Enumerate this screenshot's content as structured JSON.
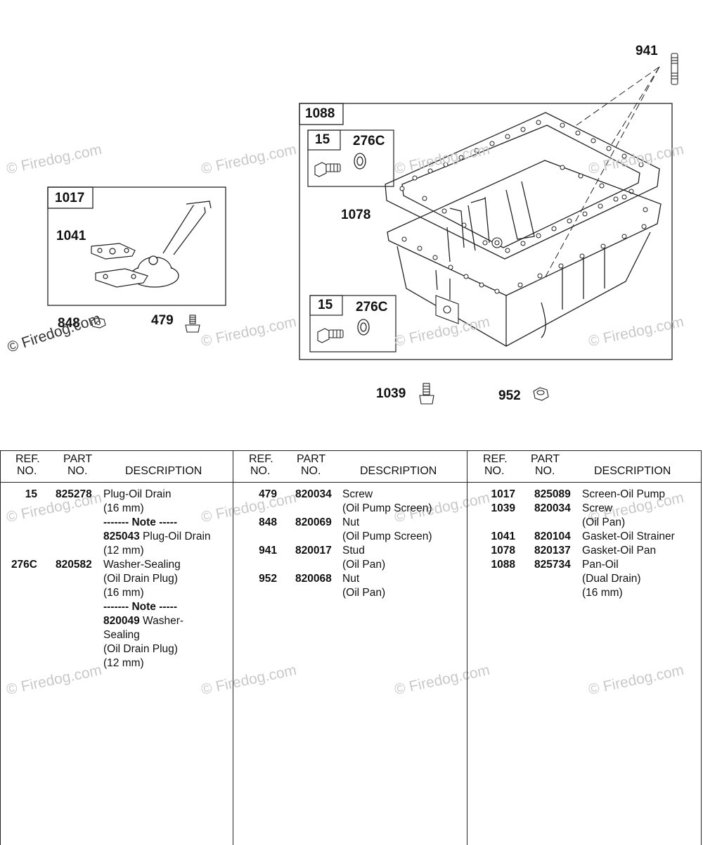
{
  "watermark": "© Firedog.com",
  "callouts": {
    "c941": "941",
    "c1088": "1088",
    "c15a": "15",
    "c276ca": "276C",
    "c1078": "1078",
    "c15b": "15",
    "c276cb": "276C",
    "c1017": "1017",
    "c1041": "1041",
    "c848": "848",
    "c479": "479",
    "c1039": "1039",
    "c952": "952"
  },
  "table": {
    "headers": {
      "ref1": "REF.",
      "ref2": "NO.",
      "part1": "PART",
      "part2": "NO.",
      "desc": "DESCRIPTION"
    },
    "col1": [
      {
        "ref": "15",
        "part": "825278",
        "desc": "Plug-Oil Drain"
      },
      {
        "ref": "",
        "part": "",
        "desc": "(16 mm)"
      },
      {
        "ref": "",
        "part": "",
        "note": "------- Note -----"
      },
      {
        "ref": "",
        "part": "",
        "desc": "825043 Plug-Oil Drain"
      },
      {
        "ref": "",
        "part": "",
        "desc": "(12 mm)"
      },
      {
        "ref": "276C",
        "part": "820582",
        "desc": "Washer-Sealing"
      },
      {
        "ref": "",
        "part": "",
        "desc": "(Oil Drain Plug)"
      },
      {
        "ref": "",
        "part": "",
        "desc": "(16 mm)"
      },
      {
        "ref": "",
        "part": "",
        "note": "------- Note -----"
      },
      {
        "ref": "",
        "part": "",
        "desc": "820049 Washer-"
      },
      {
        "ref": "",
        "part": "",
        "desc": "Sealing"
      },
      {
        "ref": "",
        "part": "",
        "desc": "(Oil Drain Plug)"
      },
      {
        "ref": "",
        "part": "",
        "desc": "(12 mm)"
      }
    ],
    "col2": [
      {
        "ref": "479",
        "part": "820034",
        "desc": "Screw"
      },
      {
        "ref": "",
        "part": "",
        "desc": "(Oil Pump Screen)"
      },
      {
        "ref": "848",
        "part": "820069",
        "desc": "Nut"
      },
      {
        "ref": "",
        "part": "",
        "desc": "(Oil Pump Screen)"
      },
      {
        "ref": "941",
        "part": "820017",
        "desc": "Stud"
      },
      {
        "ref": "",
        "part": "",
        "desc": "(Oil Pan)"
      },
      {
        "ref": "952",
        "part": "820068",
        "desc": "Nut"
      },
      {
        "ref": "",
        "part": "",
        "desc": "(Oil Pan)"
      }
    ],
    "col3": [
      {
        "ref": "1017",
        "part": "825089",
        "desc": "Screen-Oil Pump"
      },
      {
        "ref": "1039",
        "part": "820034",
        "desc": "Screw"
      },
      {
        "ref": "",
        "part": "",
        "desc": "(Oil Pan)"
      },
      {
        "ref": "1041",
        "part": "820104",
        "desc": "Gasket-Oil Strainer"
      },
      {
        "ref": "1078",
        "part": "820137",
        "desc": "Gasket-Oil Pan"
      },
      {
        "ref": "1088",
        "part": "825734",
        "desc": "Pan-Oil"
      },
      {
        "ref": "",
        "part": "",
        "desc": "(Dual Drain)"
      },
      {
        "ref": "",
        "part": "",
        "desc": "(16 mm)"
      }
    ]
  }
}
